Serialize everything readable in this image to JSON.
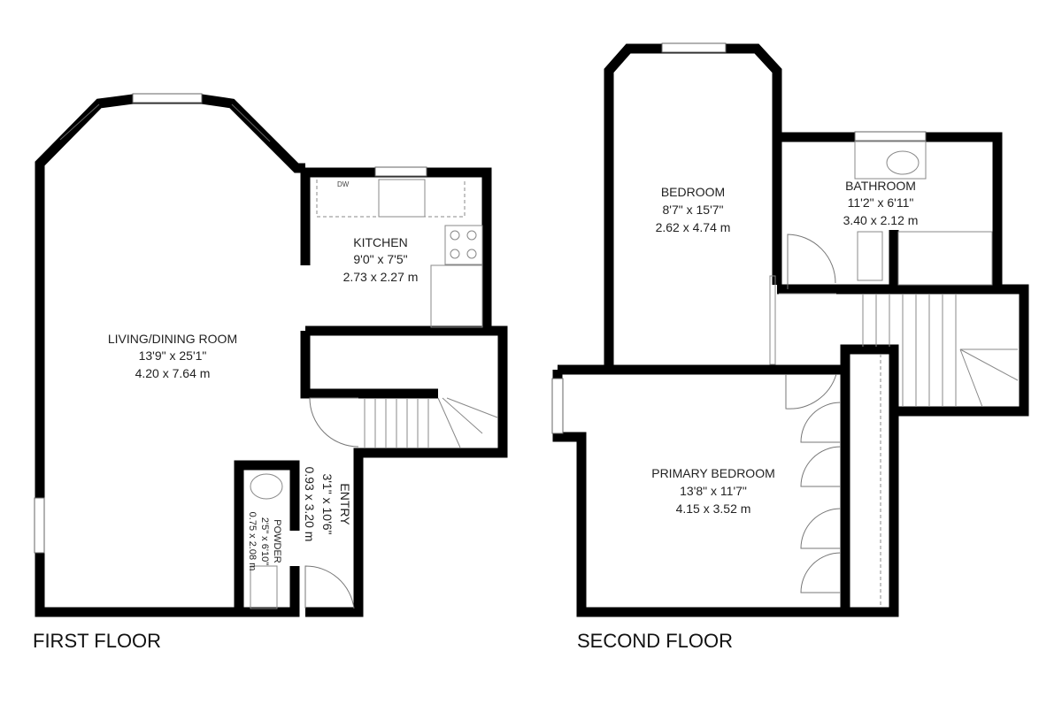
{
  "floors": [
    {
      "name": "FIRST FLOOR"
    },
    {
      "name": "SECOND FLOOR"
    }
  ],
  "rooms": {
    "living": {
      "name": "LIVING/DINING ROOM",
      "imperial": "13'9\" x 25'1\"",
      "metric": "4.20 x 7.64 m"
    },
    "kitchen": {
      "name": "KITCHEN",
      "imperial": "9'0\" x 7'5\"",
      "metric": "2.73 x 2.27 m"
    },
    "entry": {
      "name": "ENTRY",
      "imperial": "3'1\" x 10'6\"",
      "metric": "0.93 x 3.20 m"
    },
    "powder": {
      "name": "POWDER",
      "imperial": "2'5\" x 6'10\"",
      "metric": "0.75 x 2.08 m"
    },
    "bedroom": {
      "name": "BEDROOM",
      "imperial": "8'7\" x 15'7\"",
      "metric": "2.62 x 4.74 m"
    },
    "bathroom": {
      "name": "BATHROOM",
      "imperial": "11'2\" x 6'11\"",
      "metric": "3.40 x 2.12 m"
    },
    "primary": {
      "name": "PRIMARY BEDROOM",
      "imperial": "13'8\" x 11'7\"",
      "metric": "4.15 x 3.52 m"
    }
  },
  "fixtures": {
    "dishwasher": "DW"
  }
}
